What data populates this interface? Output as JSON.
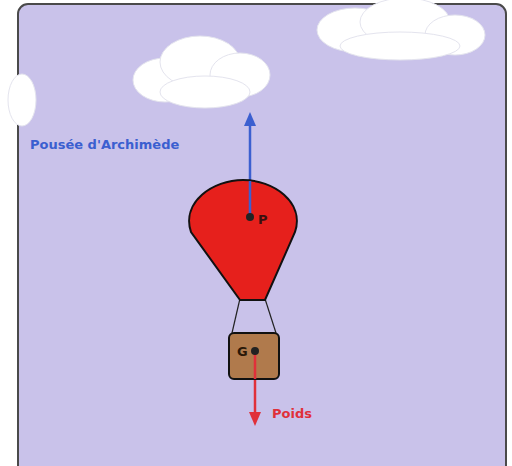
{
  "diagram": {
    "nodes": [
      {
        "text": [
          "P"
        ]
      },
      {
        "text": [
          "G"
        ]
      }
    ],
    "edges": [
      {
        "from": 0,
        "to": 1,
        "arrow": "none"
      }
    ],
    "labels": [
      "Pousée d'Archimède",
      "Poids"
    ]
  }
}
